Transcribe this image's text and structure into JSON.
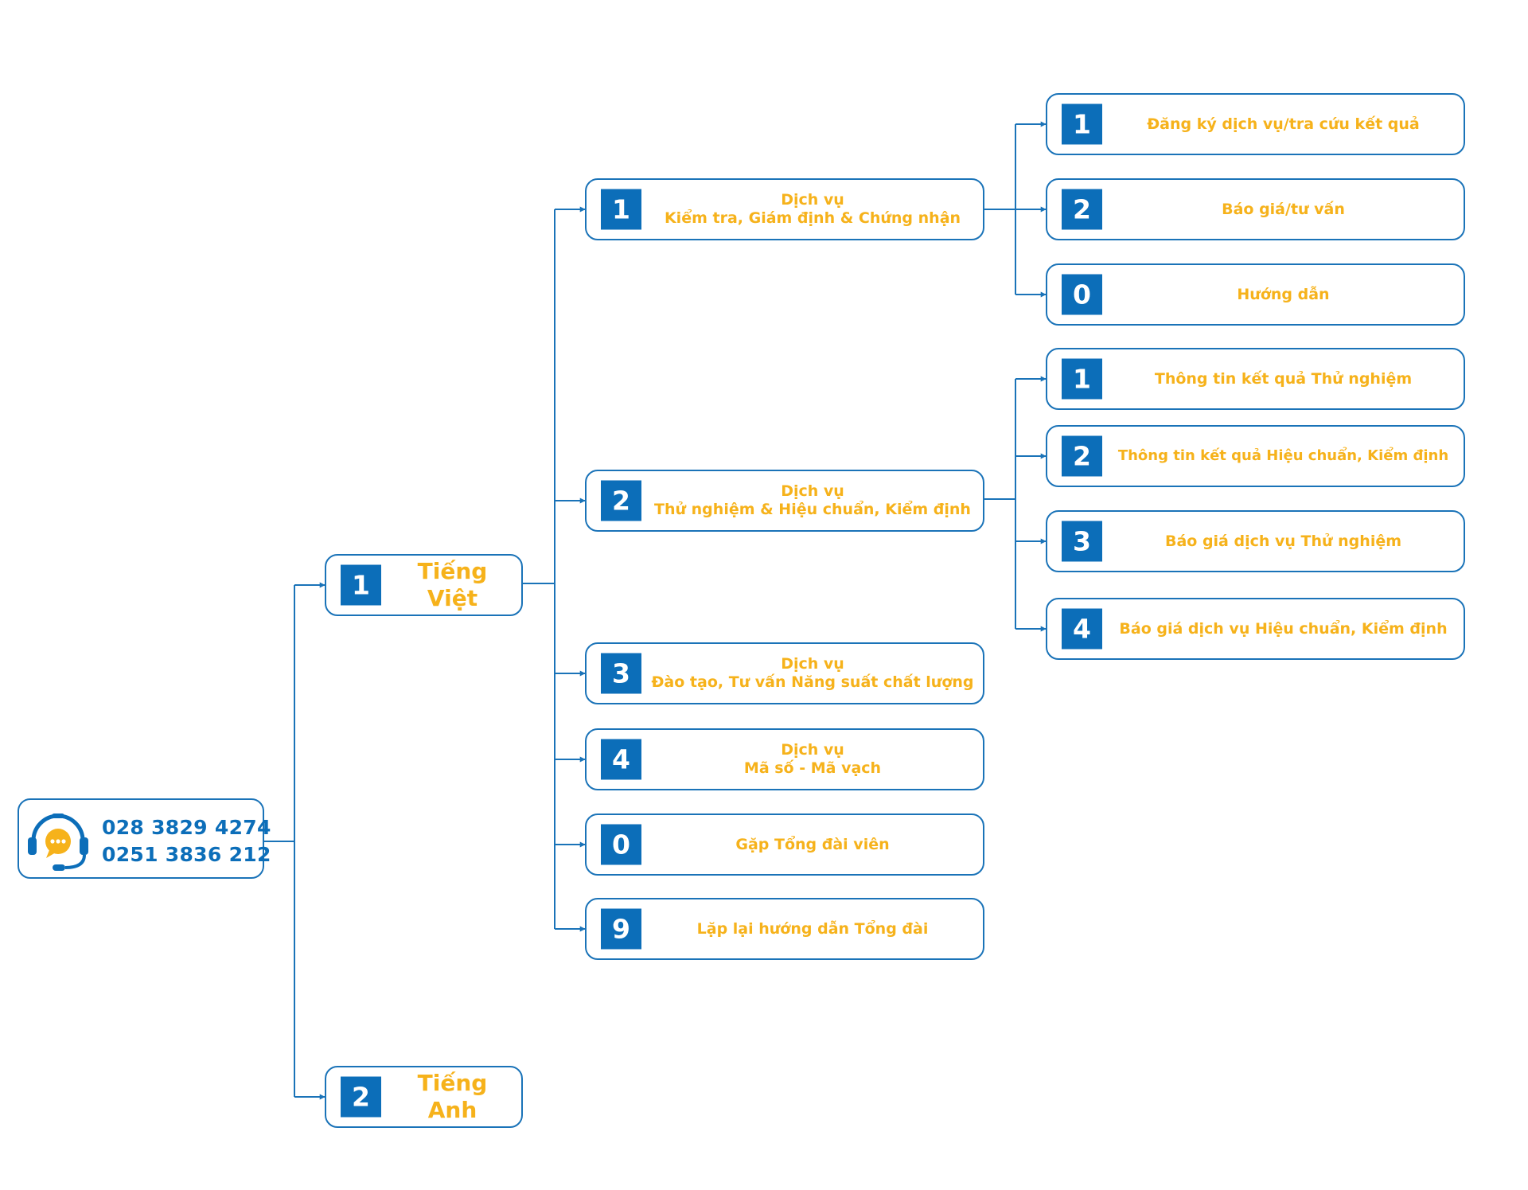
{
  "colors": {
    "primary_blue": "#0c6eb9",
    "line_blue": "#1a73b8",
    "label_yellow": "#f6b21b",
    "background": "#ffffff"
  },
  "hotline": {
    "icon": "headset-chat-icon",
    "phones": [
      "028 3829 4274",
      "0251 3836 212"
    ]
  },
  "languages": [
    {
      "key": "1",
      "label": "Tiếng Việt"
    },
    {
      "key": "2",
      "label": "Tiếng Anh"
    }
  ],
  "services": [
    {
      "key": "1",
      "line1": "Dịch vụ",
      "line2": "Kiểm tra, Giám định & Chứng nhận"
    },
    {
      "key": "2",
      "line1": "Dịch vụ",
      "line2": "Thử nghiệm & Hiệu chuẩn, Kiểm định"
    },
    {
      "key": "3",
      "line1": "Dịch vụ",
      "line2": "Đào tạo, Tư vấn Năng suất chất lượng"
    },
    {
      "key": "4",
      "line1": "Dịch vụ",
      "line2": "Mã số - Mã vạch"
    },
    {
      "key": "0",
      "line1": "Gặp Tổng đài viên",
      "line2": ""
    },
    {
      "key": "9",
      "line1": "Lặp lại hướng dẫn Tổng đài",
      "line2": ""
    }
  ],
  "inspection_submenu": [
    {
      "key": "1",
      "label": "Đăng ký dịch vụ/tra cứu kết quả"
    },
    {
      "key": "2",
      "label": "Báo giá/tư vấn"
    },
    {
      "key": "0",
      "label": "Hướng dẫn"
    }
  ],
  "testing_submenu": [
    {
      "key": "1",
      "label": "Thông tin kết quả Thử nghiệm"
    },
    {
      "key": "2",
      "label": "Thông tin kết quả Hiệu chuẩn, Kiểm định"
    },
    {
      "key": "3",
      "label": "Báo giá dịch vụ Thử nghiệm"
    },
    {
      "key": "4",
      "label": "Báo giá dịch vụ Hiệu chuẩn, Kiểm định"
    }
  ]
}
